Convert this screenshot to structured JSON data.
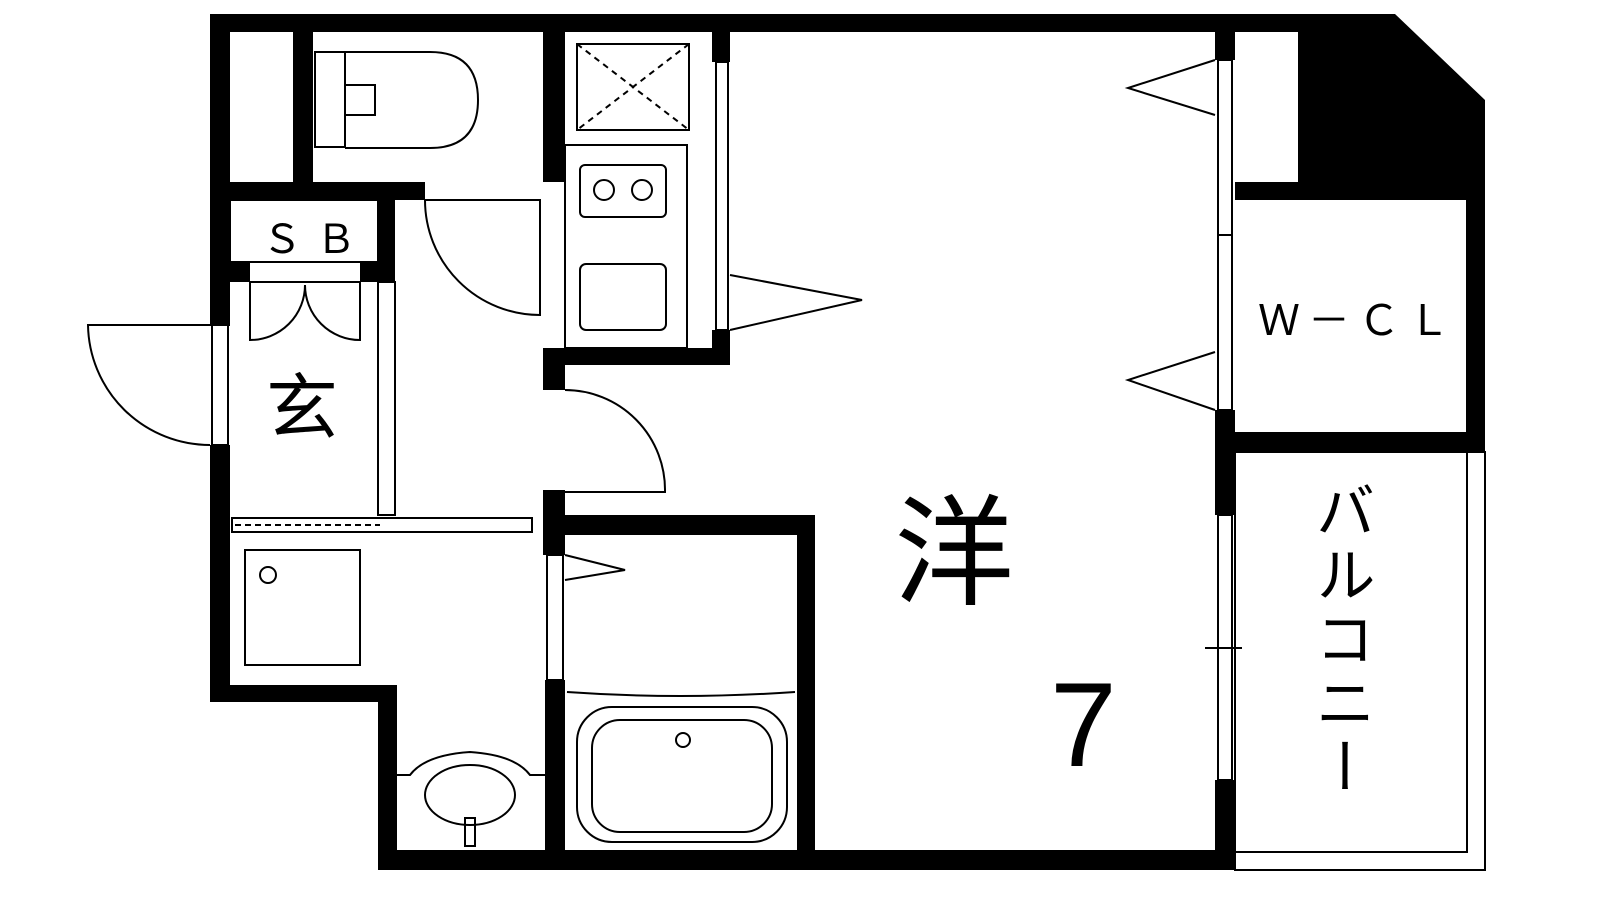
{
  "floorplan": {
    "labels": {
      "storage_box": "ＳＢ",
      "entrance": "玄",
      "western_room": "洋",
      "room_size": "7",
      "walk_in_closet": "Ｗ－ＣＬ",
      "balcony": "バルコニー"
    },
    "colors": {
      "wall": "#000000",
      "background": "#ffffff"
    }
  }
}
